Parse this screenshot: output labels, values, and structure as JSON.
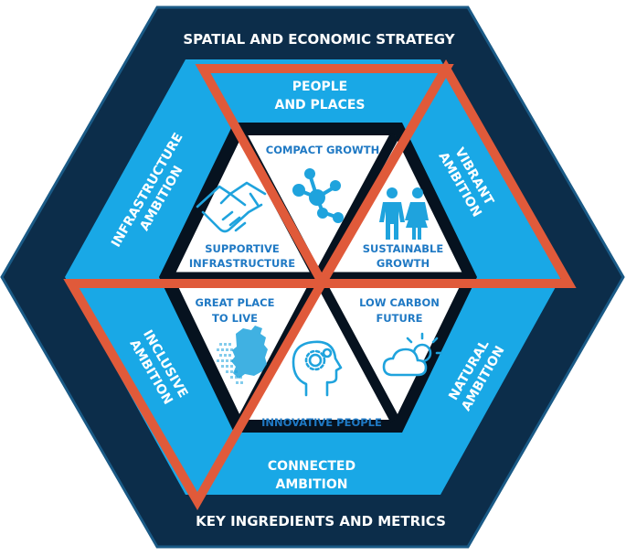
{
  "outer_ring": {
    "top": "SPATIAL AND ECONOMIC STRATEGY",
    "bottom": "KEY INGREDIENTS AND METRICS"
  },
  "ambitions": {
    "people_l1": "PEOPLE",
    "people_l2": "AND PLACES",
    "infra_l1": "INFRASTRUCTURE",
    "infra_l2": "AMBITION",
    "vibrant_l1": "VIBRANT",
    "vibrant_l2": "AMBITION",
    "inclusive_l1": "INCLUSIVE",
    "inclusive_l2": "AMBITION",
    "natural_l1": "NATURAL",
    "natural_l2": "AMBITION",
    "connected_l1": "CONNECTED",
    "connected_l2": "AMBITION"
  },
  "segments": {
    "compact_growth": "COMPACT GROWTH",
    "sustainable_l1": "SUSTAINABLE",
    "sustainable_l2": "GROWTH",
    "supportive_l1": "SUPPORTIVE",
    "supportive_l2": "INFRASTRUCTURE",
    "great_place_l1": "GREAT PLACE",
    "great_place_l2": "TO LIVE",
    "low_carbon_l1": "LOW CARBON",
    "low_carbon_l2": "FUTURE",
    "innovative_people": "INNOVATIVE PEOPLE"
  },
  "icons": {
    "compact_growth": "network-nodes-icon",
    "sustainable_growth": "people-icon",
    "supportive_infrastructure": "handshake-icon",
    "great_place_to_live": "ireland-map-icon",
    "low_carbon_future": "sun-cloud-icon",
    "innovative_people": "head-gears-icon"
  },
  "colors": {
    "navy": "#0c2d4a",
    "navy_border": "#1a5a86",
    "light_blue": "#19a8e6",
    "inner_border": "#06121f",
    "icon_blue": "#1fa3dd",
    "orange": "#e05a3a",
    "label_blue": "#1f79c4"
  }
}
